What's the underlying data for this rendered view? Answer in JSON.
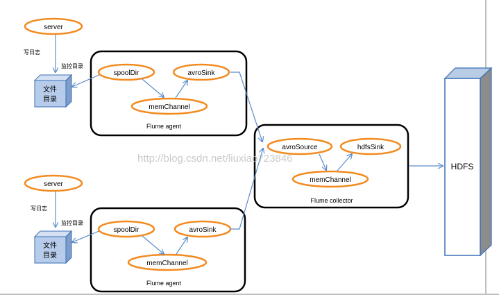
{
  "colors": {
    "oval_stroke": "#F28A1E",
    "box_stroke": "#000000",
    "arrow": "#5B8BC9",
    "cube_front": "#B7CCEB",
    "cube_side": "#7F9DC9",
    "hdfs_side": "#8C8C8C",
    "hdfs_top": "#B9CCE6",
    "hdfs_stroke": "#3A6FB5"
  },
  "top": {
    "server": "server",
    "write_log": "写日志",
    "monitor_dir": "监控目录",
    "file_dir_line1": "文件",
    "file_dir_line2": "目录",
    "spooldir": "spoolDir",
    "avrosink": "avroSink",
    "memchannel": "memChannel",
    "agent_label": "Flume agent"
  },
  "bottom": {
    "server": "server",
    "write_log": "写日志",
    "monitor_dir": "监控目录",
    "file_dir_line1": "文件",
    "file_dir_line2": "目录",
    "spooldir": "spoolDir",
    "avrosink": "avroSink",
    "memchannel": "memChannel",
    "agent_label": "Flume agent"
  },
  "collector": {
    "avrosource": "avroSource",
    "hdfssink": "hdfsSink",
    "memchannel": "memChannel",
    "label": "Flume collector"
  },
  "hdfs": {
    "label": "HDFS"
  },
  "watermark": "http://blog.csdn.net/liuxiao723846"
}
